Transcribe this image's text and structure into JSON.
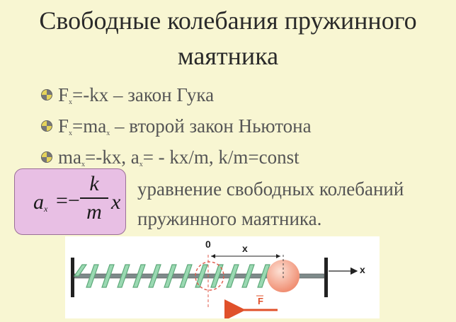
{
  "title": {
    "line1": "Свободные колебания пружинного",
    "line2": "маятника"
  },
  "bullets": [
    {
      "prefix": "F",
      "sub": "x",
      "text": "=-kx – закон Гука"
    },
    {
      "prefix": "F",
      "sub": "x",
      "text": "=ma",
      "sub2": "x",
      "text2": " – второй закон Ньютона"
    },
    {
      "prefix": "ma",
      "sub": "x",
      "text": "=-kx, a",
      "sub2": "x",
      "text2": "= - kx/m,  k/m=const"
    }
  ],
  "formula": {
    "a": "a",
    "a_sub": "x",
    "eq": "=−",
    "numerator": "k",
    "denominator": "m",
    "x": "x"
  },
  "description": {
    "line1": "уравнение свободных колебаний",
    "line2": "пружинного маятника."
  },
  "diagram": {
    "zero_label": "0",
    "x_label": "x",
    "axis_label": "x",
    "force_label": "F"
  },
  "colors": {
    "background": "#f8f6d2",
    "formula_box": "#e8bfe4",
    "spring": "#8fd0a8",
    "ball": "#f2a58c",
    "force": "#e0502a"
  }
}
